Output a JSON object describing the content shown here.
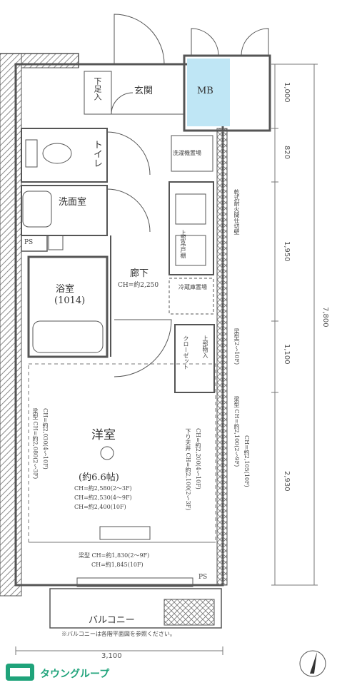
{
  "rooms": {
    "genkan": "玄関",
    "getabako": "下足入",
    "mb": "MB",
    "toilet": "トイレ",
    "senmen": "洗面室",
    "yokushitsu": "浴室",
    "yokushitsu_size": "(1014)",
    "rouka": "廊下",
    "rouka_ch": "CH=約2,250",
    "youshitsu": "洋室",
    "youshitsu_size": "(約6.6帖)",
    "closet": "クローゼット",
    "balcony": "バルコニー"
  },
  "labels": {
    "ps_left": "PS",
    "ps_right": "PS",
    "sentakuki": "洗濯機置場",
    "reizouko": "冷蔵庫置場",
    "partition": "乾式耐火間仕切壁",
    "balcony_note": "※バルコニーは各階平面図を参照ください。",
    "ch1": "CH=約2,580(2〜3F)",
    "ch2": "CH=約2,530(4〜9F)",
    "ch3": "CH=約2,400(10F)",
    "beam1": "梁型 CH=約1,830(2〜9F)",
    "beam2": "CH=約1,845(10F)",
    "wall_left_1": "梁型 CH=約2,080(2〜3F)",
    "wall_left_2": "CH=約2,030(4〜10F)",
    "wall_mid_1": "下り天井 CH=約2,100(2〜3F)",
    "wall_mid_2": "CH=約2,200(4〜10F)",
    "wall_right_1": "梁型(2〜10F)",
    "wall_right_2": "梁型 CH=約2,100(2〜9F)",
    "wall_right_3": "CH=約2,105(10F)",
    "closet_note": "上部物入",
    "kitchen_note": "上部吊戸棚"
  },
  "dims": {
    "d1": "1,000",
    "d2": "820",
    "d3": "1,950",
    "d4": "1,100",
    "d5": "2,930",
    "total": "7,800",
    "width": "3,100"
  },
  "logo": {
    "text": "タウングループ"
  },
  "colors": {
    "mb_fill": "#bfe6f5",
    "logo_green": "#1fa37a",
    "wall_dark": "#555555",
    "hatch": "#8a8a8a"
  },
  "icons": [
    "compass-icon",
    "logo-icon"
  ]
}
